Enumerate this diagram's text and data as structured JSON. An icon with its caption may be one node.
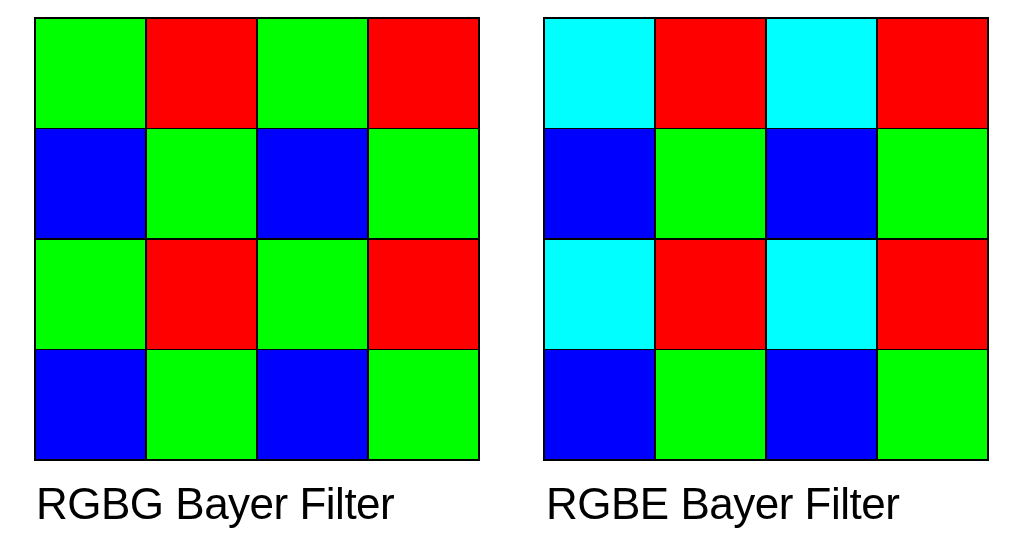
{
  "diagram": {
    "nodes": [
      {
        "text": [],
        "shape": "box",
        "beside": [
          "RGBG Bayer Filter"
        ]
      },
      {
        "text": [],
        "shape": "box",
        "in": 0
      },
      {
        "text": [],
        "shape": "box",
        "in": 0
      },
      {
        "text": [],
        "shape": "box",
        "in": 0
      },
      {
        "text": [],
        "shape": "box",
        "in": 0
      },
      {
        "text": [],
        "shape": "box",
        "in": 0
      },
      {
        "text": [],
        "shape": "box",
        "in": 0
      },
      {
        "text": [],
        "shape": "box",
        "in": 0
      },
      {
        "text": [],
        "shape": "box",
        "in": 0
      },
      {
        "text": [],
        "shape": "box",
        "in": 0
      },
      {
        "text": [],
        "shape": "box",
        "in": 0
      },
      {
        "text": [],
        "shape": "box",
        "in": 0
      },
      {
        "text": [],
        "shape": "box",
        "in": 0
      },
      {
        "text": [],
        "shape": "box",
        "in": 0
      },
      {
        "text": [],
        "shape": "box",
        "in": 0
      },
      {
        "text": [],
        "shape": "box",
        "in": 0
      },
      {
        "text": [],
        "shape": "box",
        "in": 0
      },
      {
        "text": [],
        "shape": "box",
        "beside": [
          "RGBE Bayer Filter"
        ]
      },
      {
        "text": [],
        "shape": "box",
        "in": 17
      },
      {
        "text": [],
        "shape": "box",
        "in": 17
      },
      {
        "text": [],
        "shape": "box",
        "in": 17
      },
      {
        "text": [],
        "shape": "box",
        "in": 17
      },
      {
        "text": [],
        "shape": "box",
        "in": 17
      },
      {
        "text": [],
        "shape": "box",
        "in": 17
      },
      {
        "text": [],
        "shape": "box",
        "in": 17
      },
      {
        "text": [],
        "shape": "box",
        "in": 17
      },
      {
        "text": [],
        "shape": "box",
        "in": 17
      },
      {
        "text": [],
        "shape": "box",
        "in": 17
      },
      {
        "text": [],
        "shape": "box",
        "in": 17
      },
      {
        "text": [],
        "shape": "box",
        "in": 17
      },
      {
        "text": [],
        "shape": "box",
        "in": 17
      },
      {
        "text": [],
        "shape": "box",
        "in": 17
      },
      {
        "text": [],
        "shape": "box",
        "in": 17
      },
      {
        "text": [],
        "shape": "box",
        "in": 17
      }
    ]
  }
}
